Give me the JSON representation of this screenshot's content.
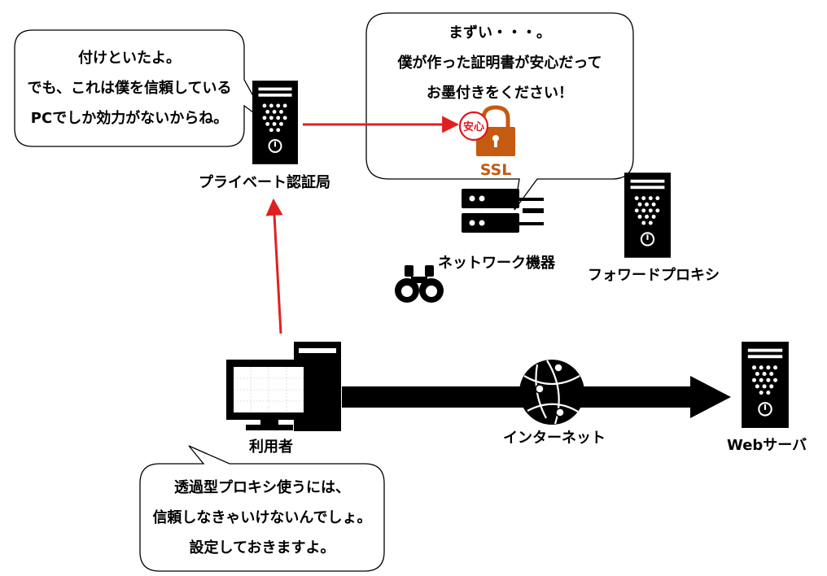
{
  "bubbles": {
    "ca": {
      "lines": [
        "付けといたよ。",
        "でも、これは僕を信頼している",
        "PCでしか効力がないからね。"
      ]
    },
    "network": {
      "lines": [
        "まずい・・・。",
        "僕が作った証明書が安心だって",
        "お墨付きをください！"
      ]
    },
    "user": {
      "lines": [
        "透過型プロキシ使うには、",
        "信頼しなきゃいけないんでしょ。",
        "設定しておきますよ。"
      ]
    }
  },
  "labels": {
    "private_ca": "プライベート認証局",
    "network_device": "ネットワーク機器",
    "forward_proxy": "フォワードプロキシ",
    "user": "利用者",
    "internet": "インターネット",
    "web_server": "Webサーバ"
  },
  "certificate": {
    "badge_text": "安心",
    "protocol": "SSL",
    "badge_color": "#e0161b",
    "lock_color": "#c55a11"
  },
  "colors": {
    "arrow_red": "#e02020",
    "server_black": "#000000"
  }
}
